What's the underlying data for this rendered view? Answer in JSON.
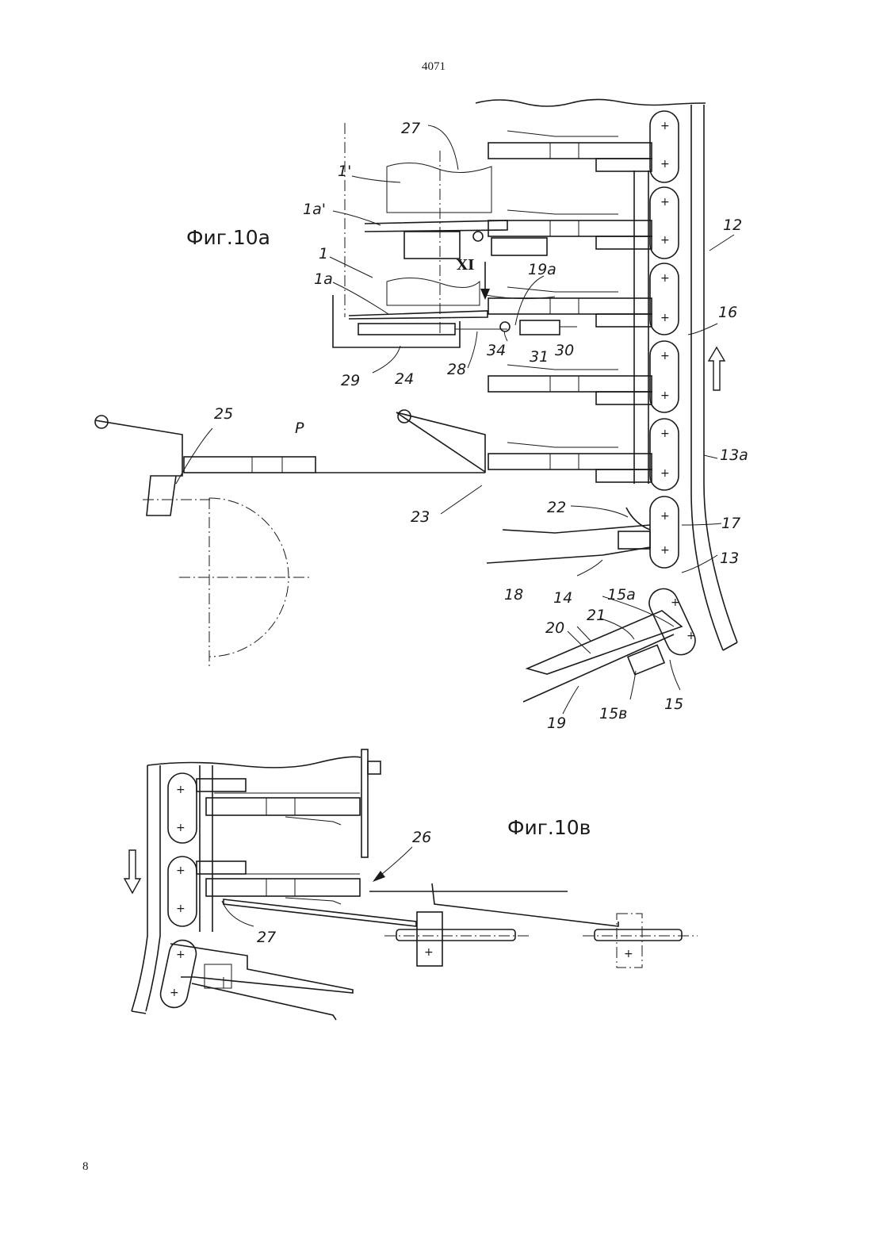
{
  "page": {
    "top_number": "4071",
    "bottom_number": "8"
  },
  "figures": [
    {
      "title": "Фиг.10а",
      "labels": [
        "27",
        "1'",
        "1a'",
        "1",
        "XI",
        "1a",
        "19a",
        "16",
        "12",
        "34",
        "31",
        "30",
        "29",
        "28",
        "24",
        "25",
        "P",
        "13a",
        "23",
        "22",
        "17",
        "13",
        "18",
        "14",
        "15a",
        "21",
        "20",
        "15",
        "15в",
        "19"
      ]
    },
    {
      "title": "Фиг.10в",
      "labels": [
        "26",
        "27"
      ]
    }
  ]
}
